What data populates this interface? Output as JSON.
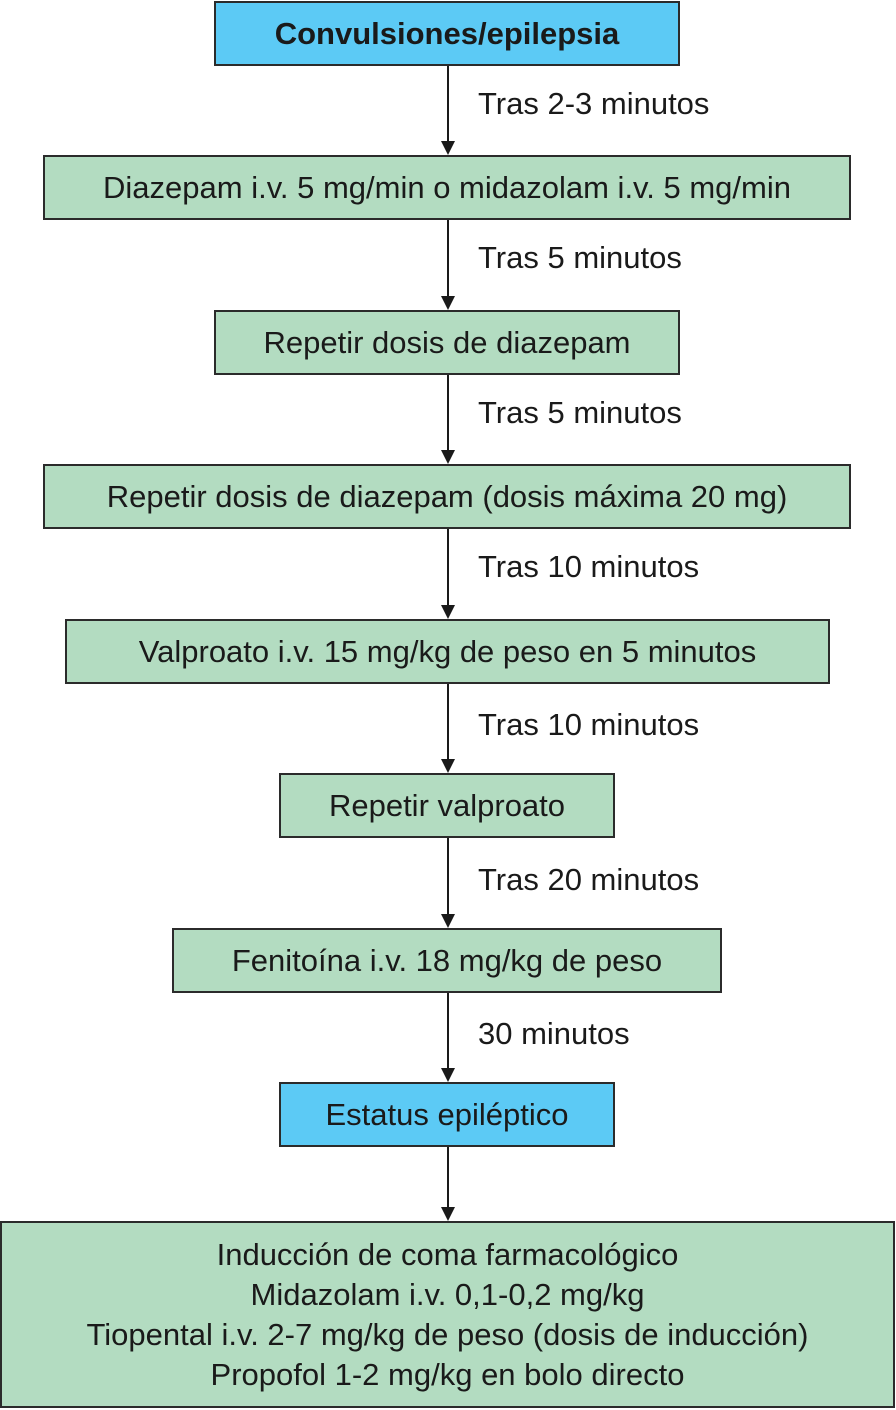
{
  "colors": {
    "start_fill": "#5ccaf5",
    "step_fill": "#b3dcc1",
    "border": "#2b2b2b"
  },
  "nodes": {
    "start": "Convulsiones/epilepsia",
    "diazepam": "Diazepam i.v. 5 mg/min o midazolam i.v. 5 mg/min",
    "repeat_diazepam": "Repetir dosis de diazepam",
    "repeat_diazepam_max": "Repetir dosis de diazepam (dosis máxima 20 mg)",
    "valproate": "Valproato i.v. 15 mg/kg de peso en 5 minutos",
    "repeat_valproate": "Repetir valproato",
    "phenytoin": "Fenitoína i.v. 18 mg/kg de peso",
    "status": "Estatus epiléptico",
    "coma": {
      "line1": "Inducción de coma farmacológico",
      "line2": "Midazolam i.v. 0,1-0,2 mg/kg",
      "line3": "Tiopental i.v. 2-7 mg/kg de peso (dosis de inducción)",
      "line4": "Propofol 1-2 mg/kg en bolo directo"
    }
  },
  "edges": {
    "e1": "Tras 2-3 minutos",
    "e2": "Tras 5 minutos",
    "e3": "Tras 5 minutos",
    "e4": "Tras 10 minutos",
    "e5": "Tras 10 minutos",
    "e6": "Tras 20 minutos",
    "e7": "30 minutos"
  }
}
